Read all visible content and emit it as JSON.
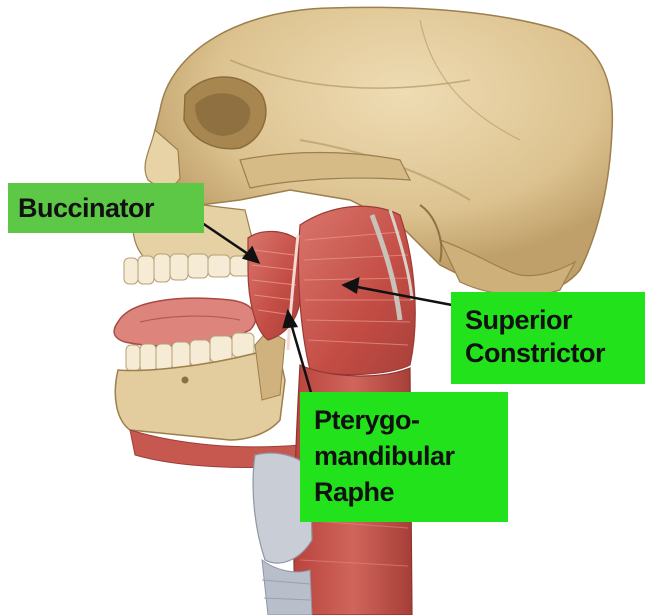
{
  "labels": {
    "buccinator": "Buccinator",
    "superior_line1": "Superior",
    "superior_line2": "Constrictor",
    "ptery_line1": "Pterygo-",
    "ptery_line2": "mandibular",
    "ptery_line3": "Raphe"
  },
  "colors": {
    "bone": "#e3cc9e",
    "bone_shadow": "#b79a63",
    "muscle": "#c9564e",
    "muscle_light": "#e0847a",
    "cartilage": "#c8cdd6",
    "label_green": "#22e21b",
    "label_green_soft": "#5cc846"
  }
}
